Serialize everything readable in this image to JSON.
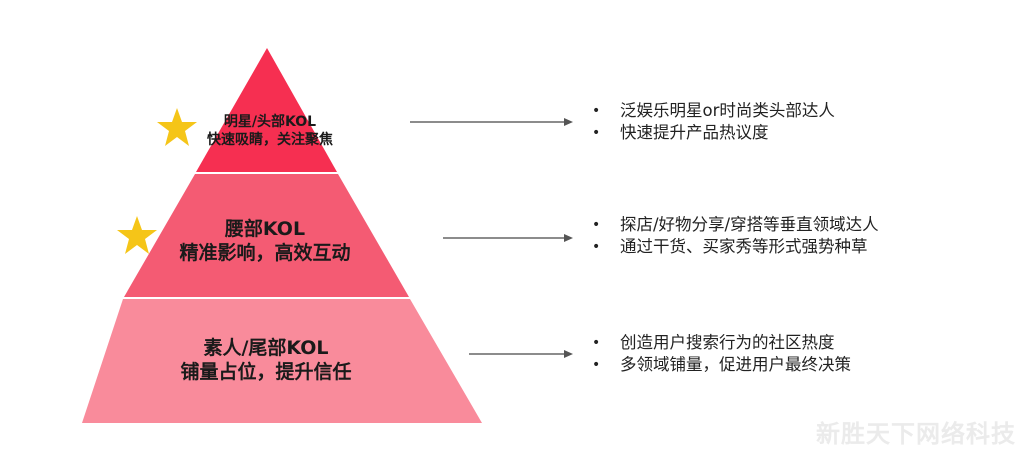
{
  "tiers": [
    {
      "title": "明星/头部KOL",
      "subtitle": "快速吸睛，关注聚焦",
      "starred": true,
      "color": "#f62f51",
      "points": [
        "泛娱乐明星or时尚类头部达人",
        "快速提升产品热议度"
      ]
    },
    {
      "title": "腰部KOL",
      "subtitle": "精准影响，高效互动",
      "starred": true,
      "color": "#f45b73",
      "points": [
        "探店/好物分享/穿搭等垂直领域达人",
        "通过干货、买家秀等形式强势种草"
      ]
    },
    {
      "title": "素人/尾部KOL",
      "subtitle": "铺量占位，提升信任",
      "starred": false,
      "color": "#f98b9b",
      "points": [
        "创造用户搜索行为的社区热度",
        "多领域铺量，促进用户最终决策"
      ]
    }
  ],
  "colors": {
    "star": "#f5c518",
    "arrow": "#666666"
  },
  "watermark": "新胜天下网络科技"
}
